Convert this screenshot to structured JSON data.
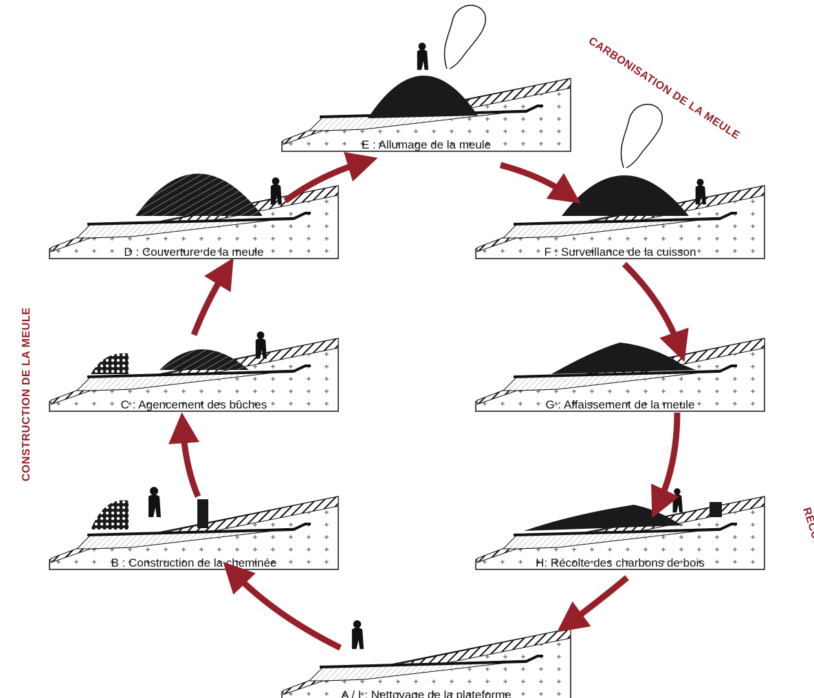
{
  "stages": [
    {
      "id": "E",
      "label": "E : Allumage de la meule"
    },
    {
      "id": "F",
      "label": "F : Surveillance de la cuisson"
    },
    {
      "id": "G",
      "label": "G : Affaissement de la meule"
    },
    {
      "id": "H",
      "label": "H: Récolte des charbons de bois"
    },
    {
      "id": "A",
      "label": "A / I : Nettoyage de la plateforme"
    },
    {
      "id": "B",
      "label": "B : Construction de la cheminée"
    },
    {
      "id": "C",
      "label": "C : Agencement des bûches"
    },
    {
      "id": "D",
      "label": "D : Couverture de la meule"
    }
  ],
  "phases": {
    "carbonisation": "CARBONISATION DE LA MEULE",
    "recolte": "RECOLTE DU CHARBON DE BOIS",
    "construction": "CONSTRUCTION DE LA MEULE"
  },
  "colors": {
    "arrow": "#96202a",
    "phase_text": "#96202a",
    "ink": "#1a1a1a"
  }
}
